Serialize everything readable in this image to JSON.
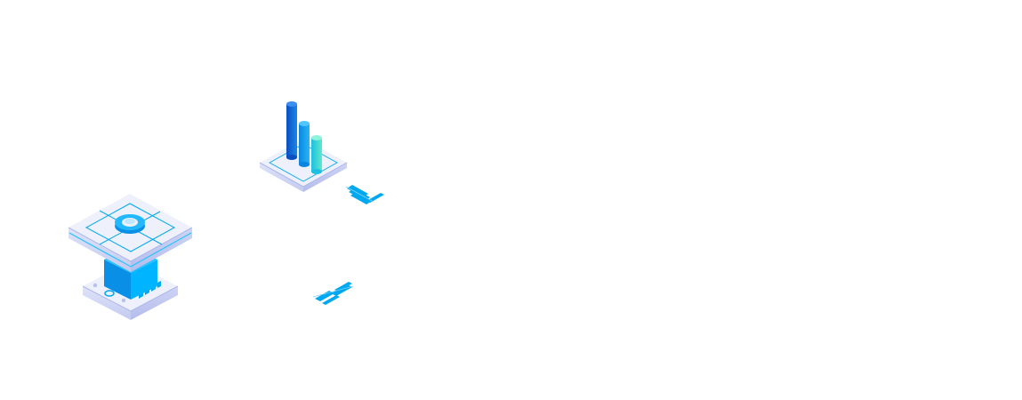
{
  "illustration": {
    "objects": [
      {
        "name": "server-pedestal",
        "icon": "server-pedestal-icon"
      },
      {
        "name": "bar-chart-tile",
        "icon": "bar-chart-icon",
        "bars": 3
      },
      {
        "name": "data-strip-upper",
        "icon": "data-strip-icon"
      },
      {
        "name": "data-strip-lower",
        "icon": "data-strip-icon"
      }
    ],
    "colors": {
      "background": "#ffffff",
      "tile_top": "#eef1fb",
      "tile_side": "#c9d0f2",
      "tile_edge": "#aeb8ea",
      "accent_blue": "#00a8f0",
      "accent_deep": "#0a5fc8",
      "accent_teal": "#3fe0c8"
    }
  }
}
